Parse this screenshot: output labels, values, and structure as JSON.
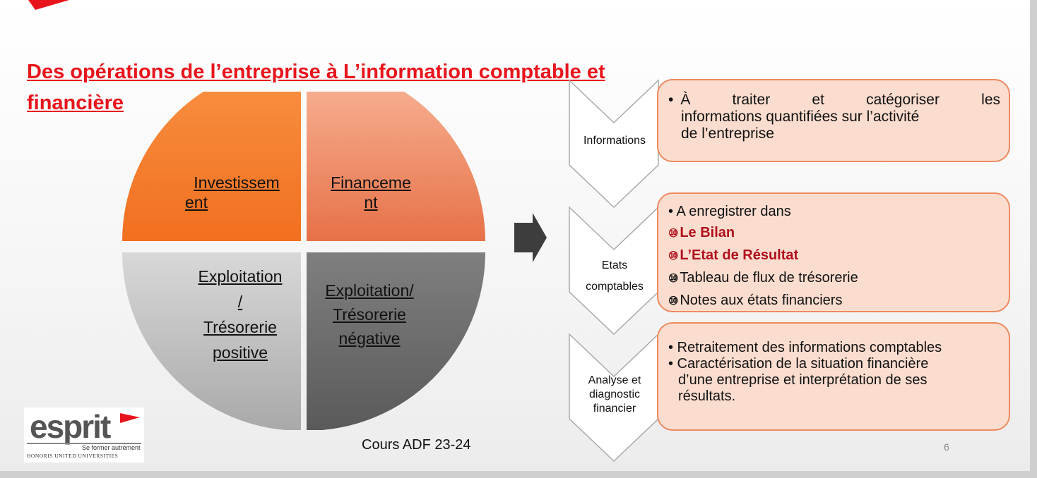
{
  "slide": {
    "title": "Des opérations de l’entreprise à L’information comptable et financière",
    "footer": "Cours ADF 23-24",
    "page_number": "6"
  },
  "cycle": {
    "top_left": {
      "line1": "Investissem",
      "line2": "ent",
      "color": "#f47f2e"
    },
    "top_right": {
      "line1": "Financeme",
      "line2": "nt",
      "color": "#e87752"
    },
    "bottom_left": {
      "line1": "Exploitation",
      "line2": "/",
      "line3": "Trésorerie",
      "line4": "positive",
      "color": "#c4c4c4"
    },
    "bottom_right": {
      "line1": "Exploitation/",
      "line2": "Trésorerie",
      "line3": "négative",
      "color": "#6f6f6f"
    }
  },
  "steps": [
    {
      "chevron_label": "Informations",
      "bullet": "•",
      "lines": [
        "À traiter et catégoriser les",
        "informations quantifiées sur l’activité",
        "de l’entreprise"
      ]
    },
    {
      "chevron_line1": "Etats",
      "chevron_line2": "comptables",
      "bullet_text": "• A enregistrer dans",
      "marker": "⑩",
      "items": [
        "Le  Bilan",
        "L’Etat de Résultat",
        "Tableau de flux de trésorerie",
        "Notes aux états financiers"
      ]
    },
    {
      "chevron_line1": "Analyse et",
      "chevron_line2": "diagnostic",
      "chevron_line3": "financier",
      "bullets": [
        "• Retraitement des informations comptables",
        "• Caractérisation de la situation financière",
        "d’une entreprise et interprétation de ses",
        "résultats."
      ]
    }
  ],
  "logo": {
    "brand": "esprit",
    "tagline": "Se former autrement",
    "network": "HONORIS UNITED UNIVERSITIES"
  },
  "colors": {
    "accent": "#e8141c",
    "box_fill": "#fbddcf",
    "box_border": "#ed8a5f"
  }
}
